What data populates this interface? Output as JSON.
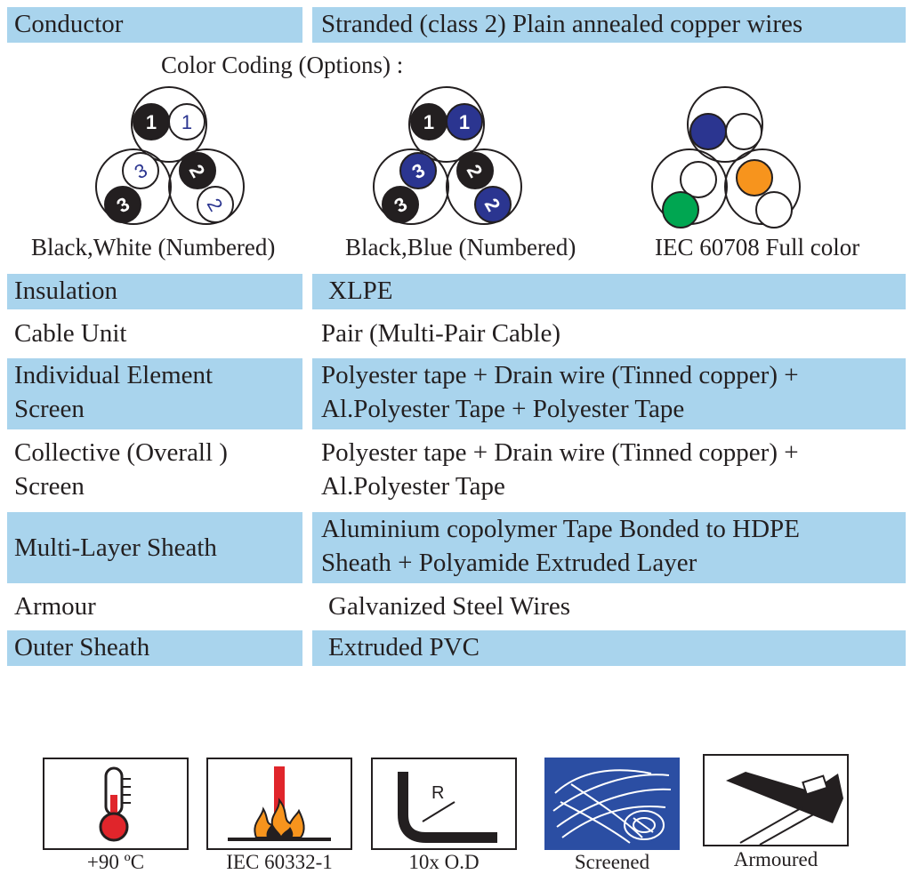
{
  "rows": {
    "conductor": {
      "label": "Conductor",
      "value": "Stranded (class 2) Plain annealed copper wires"
    },
    "insulation": {
      "label": "Insulation",
      "value": "XLPE"
    },
    "cable_unit": {
      "label": "Cable Unit",
      "value": "Pair (Multi-Pair Cable)"
    },
    "individual_screen": {
      "label1": "Individual Element",
      "label2": "Screen",
      "value1": "Polyester tape + Drain wire (Tinned copper) +",
      "value2": "Al.Polyester Tape + Polyester Tape"
    },
    "collective_screen": {
      "label1": "Collective (Overall )",
      "label2": "Screen",
      "value1": "Polyester tape + Drain wire (Tinned copper) +",
      "value2": "Al.Polyester Tape"
    },
    "sheath": {
      "label": "Multi-Layer Sheath",
      "value1": "Aluminium copolymer Tape Bonded to HDPE",
      "value2": "Sheath + Polyamide Extruded Layer"
    },
    "armour": {
      "label": "Armour",
      "value": "Galvanized Steel Wires"
    },
    "outer_sheath": {
      "label": "Outer Sheath",
      "value": "Extruded PVC"
    }
  },
  "color_coding": {
    "title": "Color Coding (Options) :",
    "options": [
      {
        "caption": "Black,White (Numbered)",
        "colors": [
          "#231f20",
          "#ffffff"
        ],
        "numbers": [
          "1",
          "1",
          "2",
          "2",
          "3",
          "3"
        ]
      },
      {
        "caption": "Black,Blue (Numbered)",
        "colors": [
          "#231f20",
          "#2b3590"
        ],
        "numbers": [
          "1",
          "1",
          "2",
          "2",
          "3",
          "3"
        ]
      },
      {
        "caption": "IEC 60708 Full color",
        "colors": [
          "#2b3590",
          "#ffffff",
          "#f7941d",
          "#ffffff",
          "#00a651",
          "#ffffff"
        ]
      }
    ]
  },
  "icons": {
    "temperature": {
      "caption": "+90 ºC",
      "name": "thermometer-icon"
    },
    "flame": {
      "caption": "IEC 60332-1",
      "name": "flame-retardant-icon",
      "accent": "#e0252b"
    },
    "bend": {
      "caption": "10x O.D",
      "name": "bending-radius-icon",
      "symbol": "R"
    },
    "screened": {
      "caption": "Screened",
      "name": "screened-icon",
      "accent": "#2b4ea3"
    },
    "armoured": {
      "caption": "Armoured",
      "name": "armoured-icon"
    }
  },
  "colors": {
    "row_highlight": "#a9d4ed",
    "text": "#231f20"
  }
}
